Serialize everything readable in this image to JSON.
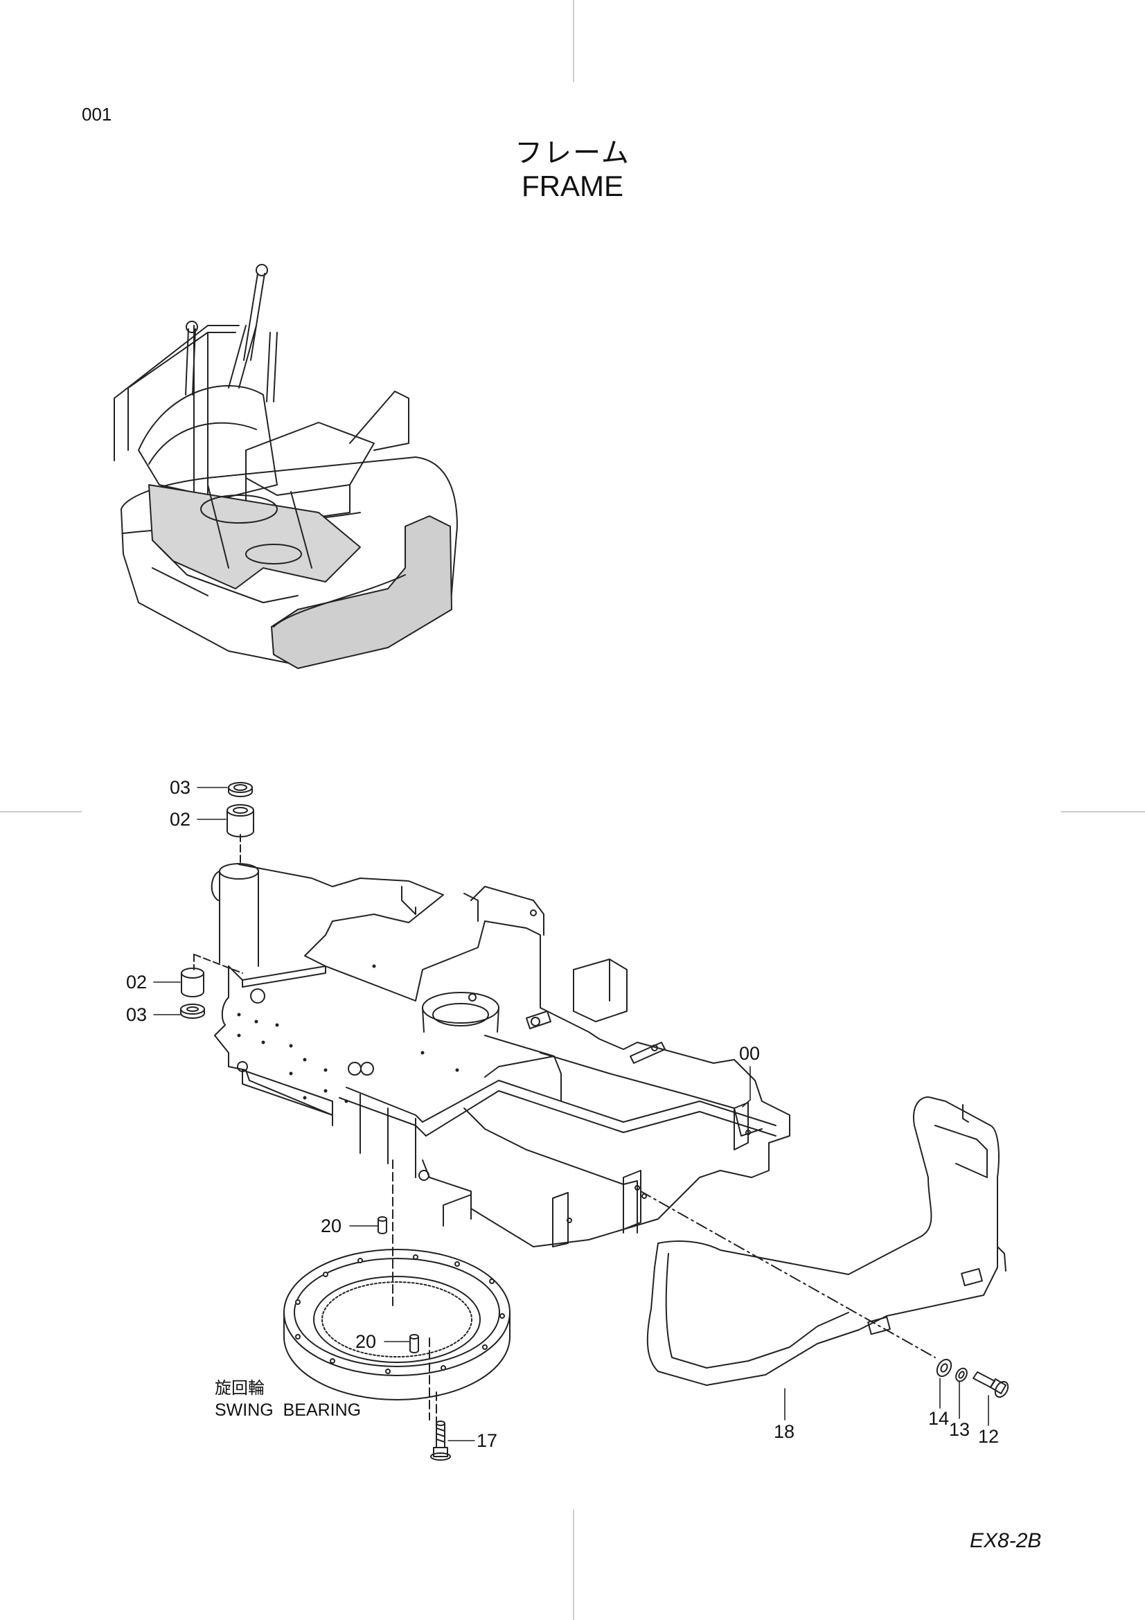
{
  "page_number": "001",
  "title_jp": "フレーム",
  "title_en": "FRAME",
  "model_code": "EX8-2B",
  "callouts": {
    "c03_top": "03",
    "c02_top": "02",
    "c02_left": "02",
    "c03_left": "03",
    "c00": "00",
    "c20_upper": "20",
    "c20_lower": "20",
    "c17": "17",
    "c18": "18",
    "c14": "14",
    "c13": "13",
    "c12": "12"
  },
  "swing_bearing": {
    "label_jp": "旋回輪",
    "label_en": "SWING  BEARING"
  }
}
